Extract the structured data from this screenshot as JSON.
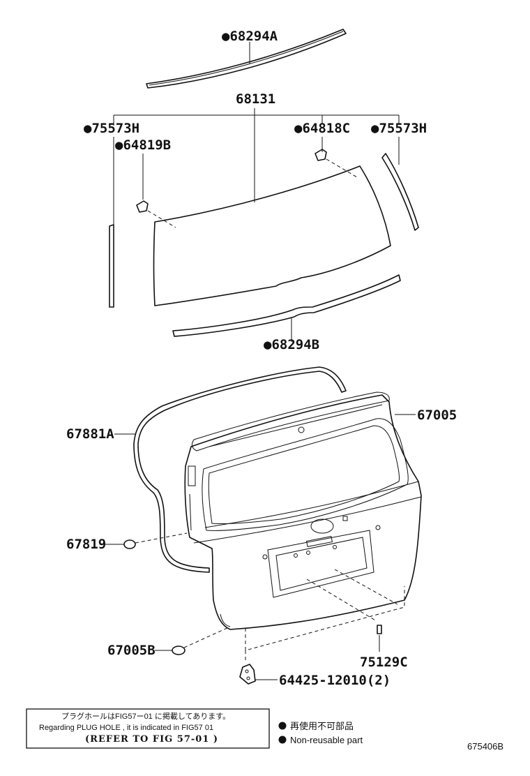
{
  "labels": {
    "l68294A": "●68294A",
    "l68131": "68131",
    "l75573H_left": "●75573H",
    "l64819B": "●64819B",
    "l64818C": "●64818C",
    "l75573H_right": "●75573H",
    "l68294B": "●68294B",
    "l67005": "67005",
    "l67881A": "67881A",
    "l67819": "67819",
    "l67005B": "67005B",
    "l75129C": "75129C",
    "l64425": "64425-12010(2)"
  },
  "note": {
    "japanese": "プラグホールはFIG57ー01 に掲載してあります。",
    "english": "Regarding PLUG HOLE , it is indicated in FIG57  01",
    "refer": "(REFER TO FIG  57-01 )"
  },
  "legend": {
    "japanese": "再使用不可部品",
    "english": "Non-reusable part"
  },
  "figure_code": "675406B"
}
